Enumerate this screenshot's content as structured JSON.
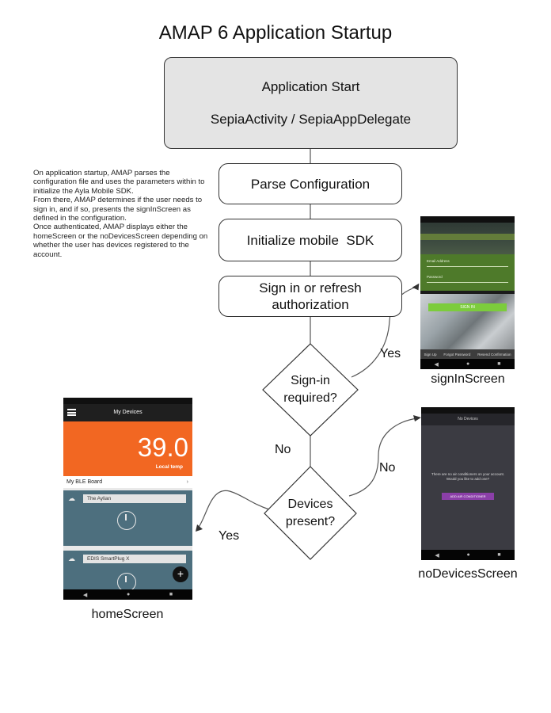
{
  "title": "AMAP 6 Application Startup",
  "description": [
    "On application startup, AMAP parses the configuration file and uses the parameters within to initialize the Ayla Mobile SDK.",
    "From there, AMAP determines if the user needs to sign in, and if so, presents the signInScreen as defined in the configuration.",
    "Once authenticated, AMAP displays either the homeScreen or the noDevicesScreen depending on whether the user has devices registered to the account."
  ],
  "nodes": {
    "start": {
      "line1": "Application Start",
      "line2": "SepiaActivity / SepiaAppDelegate"
    },
    "parse": "Parse Configuration",
    "init": "Initialize mobile  SDK",
    "signin_refresh": {
      "line1": "Sign in or refresh",
      "line2": "authorization"
    },
    "signin_required": {
      "line1": "Sign-in",
      "line2": "required?"
    },
    "devices_present": {
      "line1": "Devices",
      "line2": "present?"
    }
  },
  "edges": {
    "yes_signin": "Yes",
    "no_signin": "No",
    "no_devices": "No",
    "yes_devices": "Yes"
  },
  "screens": {
    "signin": {
      "caption": "signInScreen",
      "button": "SIGN IN",
      "field1": "Email Address",
      "field2": "Password",
      "footer": [
        "Sign Up",
        "Forgot Password",
        "Resend Confirmation"
      ]
    },
    "nodevices": {
      "caption": "noDevicesScreen",
      "header": "No Devices",
      "message": "There are no air conditioners on your account. Would you like to add one?",
      "button": "ADD AIR CONDITIONER"
    },
    "home": {
      "caption": "homeScreen",
      "header": "My Devices",
      "temp_value": "39.0",
      "temp_label": "Local temp",
      "ble": "My BLE Board",
      "devices": [
        "The Aylian",
        "EDIS SmartPlug X"
      ],
      "fab": "+"
    }
  },
  "colors": {
    "home_temp_bg": "#f26722",
    "device_card_bg": "#4d6f7e",
    "signin_form_bg": "#4e7a2a",
    "signin_button": "#7ccc3c",
    "nodevices_button": "#8b3fa8"
  }
}
